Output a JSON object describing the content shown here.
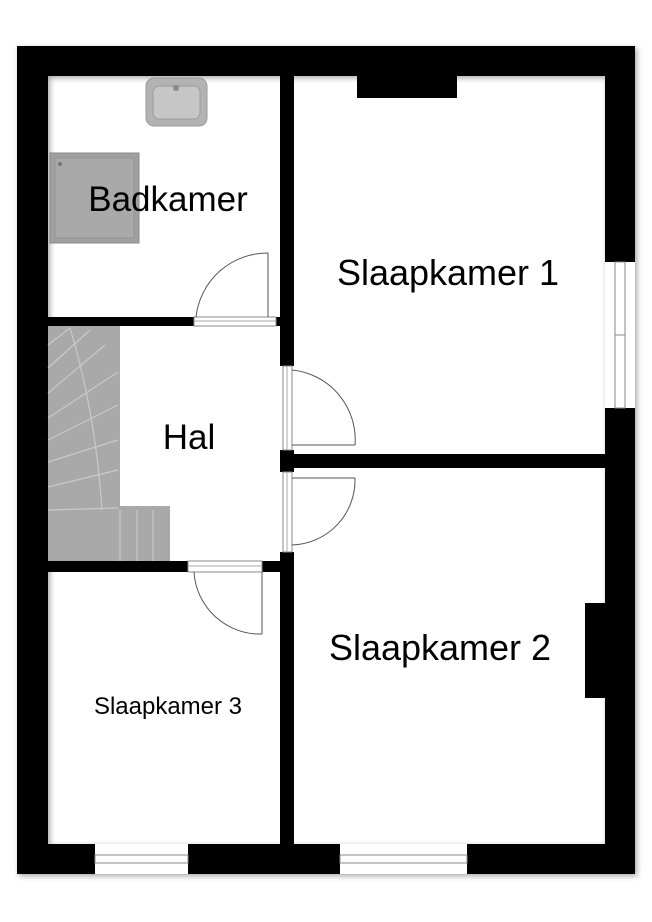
{
  "floorplan": {
    "rooms": {
      "badkamer": "Badkamer",
      "slaapkamer1": "Slaapkamer 1",
      "hal": "Hal",
      "slaapkamer2": "Slaapkamer 2",
      "slaapkamer3": "Slaapkamer 3"
    },
    "colors": {
      "wall": "#000000",
      "fixture": "#a9a9a9",
      "door_line": "#555555",
      "background": "#ffffff"
    }
  }
}
